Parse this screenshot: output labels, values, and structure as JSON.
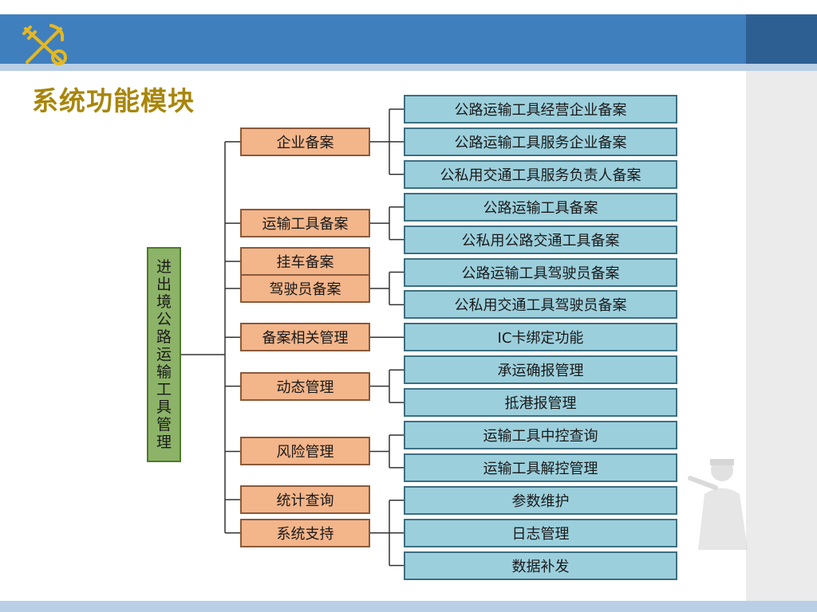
{
  "slide": {
    "title": "系统功能模块",
    "colors": {
      "header": "#3f7fbe",
      "title": "#a8860c",
      "root_fill": "#8cb368",
      "mid_fill": "#f3b58a",
      "leaf_fill": "#9ccfdc"
    }
  },
  "diagram": {
    "root": "进出境公路运输工具管理",
    "modules": [
      {
        "label": "企业备案",
        "children": [
          "公路运输工具经营企业备案",
          "公路运输工具服务企业备案",
          "公私用交通工具服务负责人备案"
        ]
      },
      {
        "label": "运输工具备案",
        "children": [
          "公路运输工具备案",
          "公私用公路交通工具备案"
        ]
      },
      {
        "label": "挂车备案",
        "children": []
      },
      {
        "label": "驾驶员备案",
        "children": [
          "公路运输工具驾驶员备案",
          "公私用交通工具驾驶员备案"
        ]
      },
      {
        "label": "备案相关管理",
        "children": [
          "IC卡绑定功能"
        ]
      },
      {
        "label": "动态管理",
        "children": [
          "承运确报管理",
          "抵港报管理"
        ]
      },
      {
        "label": "风险管理",
        "children": [
          "运输工具中控查询",
          "运输工具解控管理"
        ]
      },
      {
        "label": "统计查询",
        "children": []
      },
      {
        "label": "系统支持",
        "children": [
          "参数维护",
          "日志管理",
          "数据补发"
        ]
      }
    ]
  }
}
